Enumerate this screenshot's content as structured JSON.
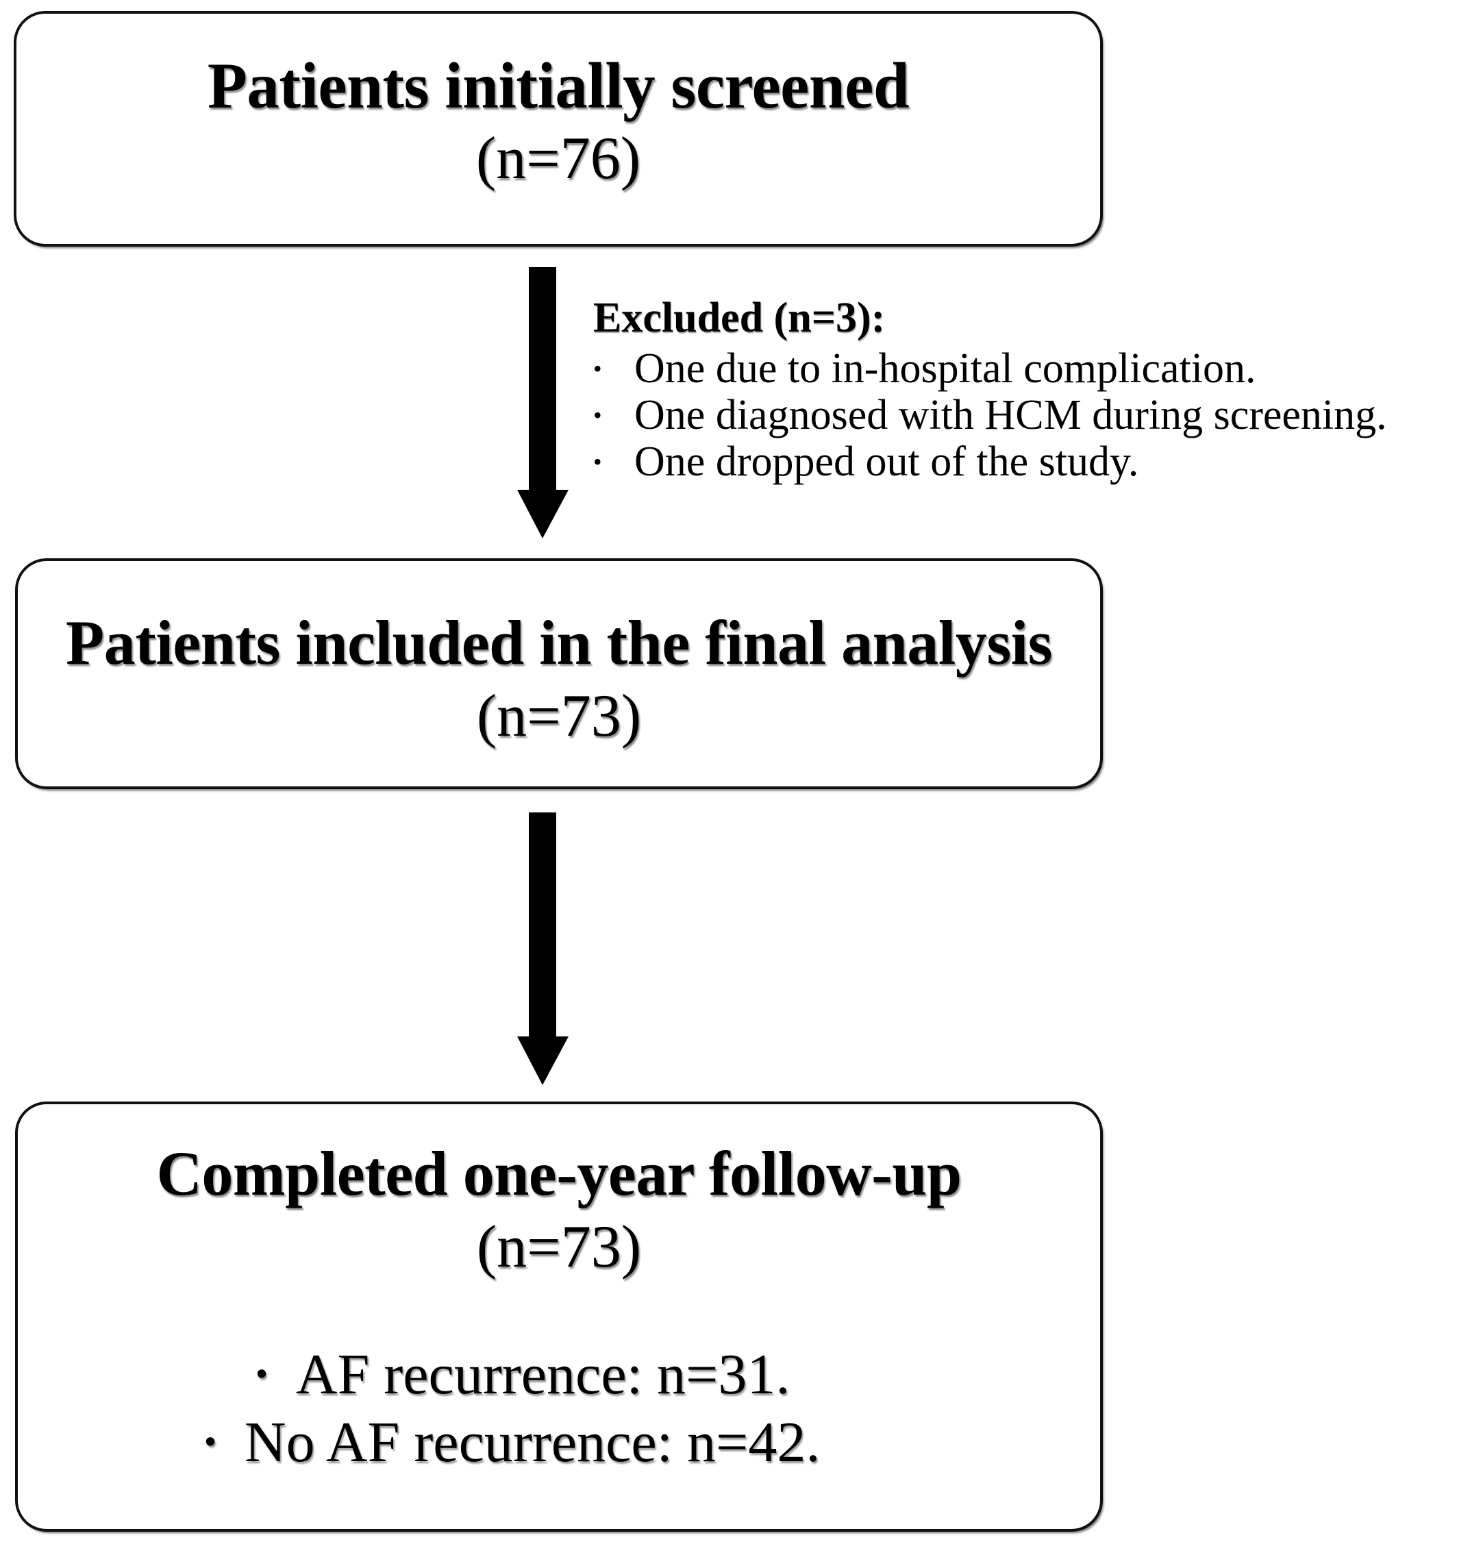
{
  "diagram": {
    "type": "patient-flow-chart",
    "nodes": [
      {
        "id": "screened",
        "title": "Patients initially screened",
        "count": "(n=76)"
      },
      {
        "id": "included",
        "title": "Patients included in the final analysis",
        "count": "(n=73)"
      },
      {
        "id": "followup",
        "title": "Completed one-year follow-up",
        "count": "(n=73)",
        "outcomes": [
          {
            "bullet": "•",
            "text": "AF recurrence: n=31."
          },
          {
            "bullet": "•",
            "text": "No AF recurrence: n=42."
          }
        ]
      }
    ],
    "annotations": [
      {
        "id": "exclusion-note",
        "heading": "Excluded (n=3):",
        "items": [
          {
            "bullet": "•",
            "text": "One due to in-hospital complication."
          },
          {
            "bullet": "•",
            "text": "One diagnosed with HCM during screening."
          },
          {
            "bullet": "•",
            "text": "One dropped out of the study."
          }
        ]
      }
    ],
    "arrows": [
      {
        "id": "screened-to-included",
        "direction": "down"
      },
      {
        "id": "included-to-followup",
        "direction": "down"
      }
    ],
    "colors": {
      "stroke": "#101010",
      "fill": "#ffffff",
      "text": "#000000",
      "arrow": "#000000"
    }
  }
}
